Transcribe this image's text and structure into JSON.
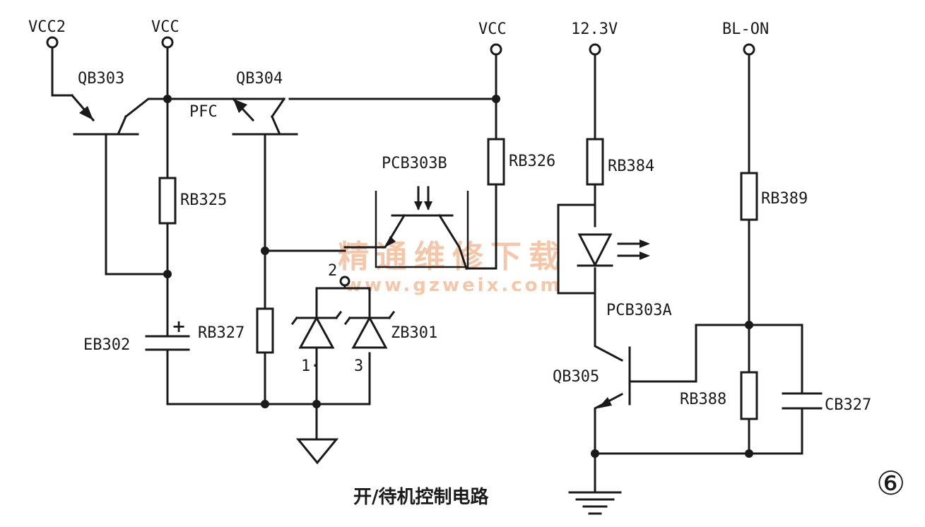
{
  "title": "开/待机控制电路",
  "figure_number": "⑥",
  "watermark": {
    "text": "精通维修下载",
    "url": "www.gzweix.com"
  },
  "rails": {
    "vcc2": "VCC2",
    "vcc_left": "VCC",
    "vcc_right": "VCC",
    "v12": "12.3V",
    "bl_on": "BL-ON"
  },
  "components": {
    "qb303": "QB303",
    "qb304": "QB304",
    "qb305": "QB305",
    "pfc": "PFC",
    "rb325": "RB325",
    "rb326": "RB326",
    "rb327": "RB327",
    "rb384": "RB384",
    "rb388": "RB388",
    "rb389": "RB389",
    "eb302": "EB302",
    "cb327": "CB327",
    "zb301": "ZB301",
    "pcb303b": "PCB303B",
    "pcb303a": "PCB303A"
  },
  "pins": {
    "p1": "1·",
    "p2": "2",
    "p3": "3"
  },
  "polarity": "+"
}
